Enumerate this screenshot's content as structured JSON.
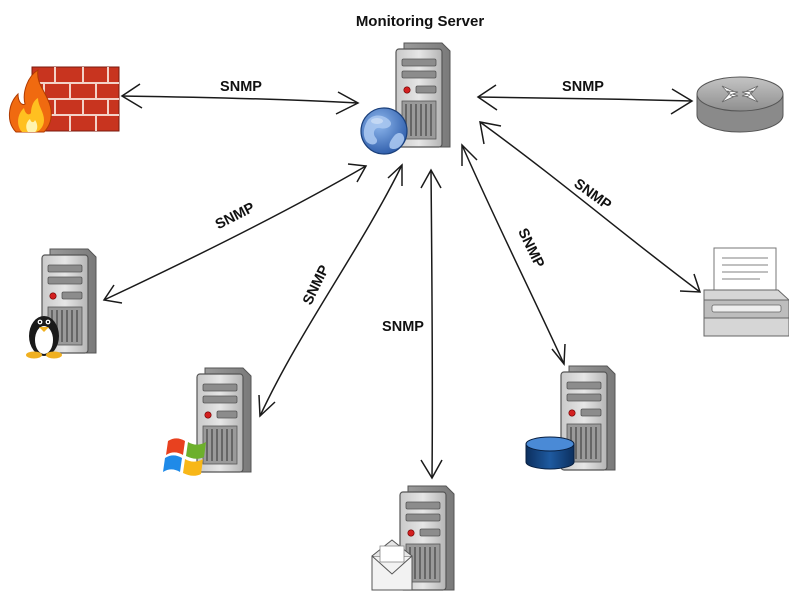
{
  "title": "Monitoring Server",
  "edges": [
    {
      "id": "firewall",
      "label": "SNMP"
    },
    {
      "id": "router",
      "label": "SNMP"
    },
    {
      "id": "printer",
      "label": "SNMP"
    },
    {
      "id": "database",
      "label": "SNMP"
    },
    {
      "id": "mail",
      "label": "SNMP"
    },
    {
      "id": "windows",
      "label": "SNMP"
    },
    {
      "id": "linux",
      "label": "SNMP"
    }
  ],
  "nodes": [
    {
      "id": "monitoring-server",
      "icon": "server-globe-icon"
    },
    {
      "id": "firewall",
      "icon": "firewall-icon"
    },
    {
      "id": "router",
      "icon": "router-icon"
    },
    {
      "id": "printer",
      "icon": "printer-icon"
    },
    {
      "id": "linux",
      "icon": "linux-server-icon"
    },
    {
      "id": "windows",
      "icon": "windows-server-icon"
    },
    {
      "id": "mail",
      "icon": "mail-server-icon"
    },
    {
      "id": "database",
      "icon": "database-server-icon"
    }
  ]
}
